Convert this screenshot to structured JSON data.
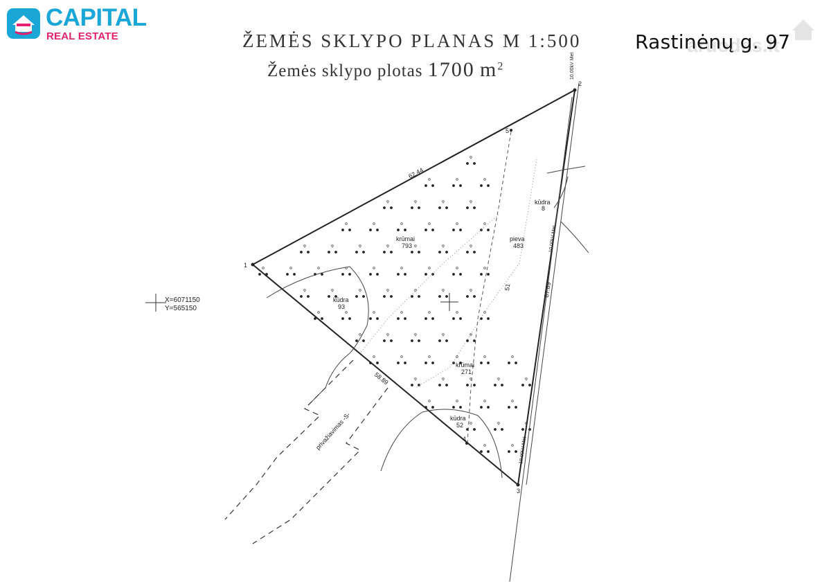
{
  "logo": {
    "brand": "CAPITAL",
    "tagline": "REAL ESTATE",
    "primary_color": "#1aa7d8",
    "accent_color": "#e2206e"
  },
  "address": "Rastinėnų g. 97",
  "watermark": "aruodas.lt",
  "plan": {
    "title": "ŽEMĖS SKLYPO PLANAS M 1:500",
    "area_label": "Žemės sklypo plotas",
    "area_value": "1700",
    "area_unit": "m",
    "area_unit_power": "2",
    "coordinates": {
      "x": "X=6071150",
      "y": "Y=565150"
    },
    "vertices": [
      "1",
      "2",
      "3",
      "4",
      "5"
    ],
    "edges": {
      "north_west": "62.44",
      "south_west": "58.89",
      "east": "67.89",
      "small": "51"
    },
    "parcels": [
      {
        "name": "krūmai",
        "area": "793"
      },
      {
        "name": "pieva",
        "area": "483"
      },
      {
        "name": "kūdra",
        "area": "8"
      },
      {
        "name": "kūdra",
        "area": "93"
      },
      {
        "name": "krūmai",
        "area": "271"
      },
      {
        "name": "kūdra",
        "area": "52"
      }
    ],
    "road_label": "privažiavimas -S-",
    "power_line_label": "10.00kV Met"
  }
}
